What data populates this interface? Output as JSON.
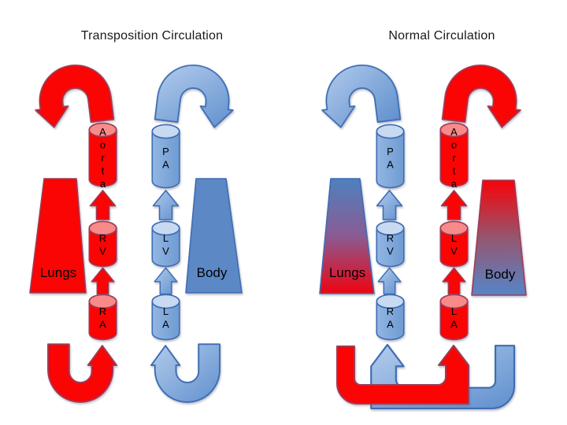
{
  "diagram": {
    "left": {
      "title": "Transposition Circulation",
      "aorta": "Aorta",
      "pa": "PA",
      "rv": "RV",
      "lv": "LV",
      "ra": "RA",
      "la": "LA",
      "lungs": "Lungs",
      "body": "Body"
    },
    "right": {
      "title": "Normal Circulation",
      "aorta": "Aorta",
      "pa": "PA",
      "rv": "RV",
      "lv": "LV",
      "ra": "RA",
      "la": "LA",
      "lungs": "Lungs",
      "body": "Body"
    },
    "colors": {
      "oxygenated_red": "#FA0404",
      "red_outline": "#9E3C56",
      "red_cylinder_top": "#F98A8A",
      "deoxygenated_blue": "#7CA5DB",
      "blue_light": "#C7DAF2",
      "blue_outline": "#3E6DB3",
      "body_trapezoid_blue": "#5C88C6",
      "text": "#1A1A1A",
      "background": "#FFFFFF"
    }
  }
}
